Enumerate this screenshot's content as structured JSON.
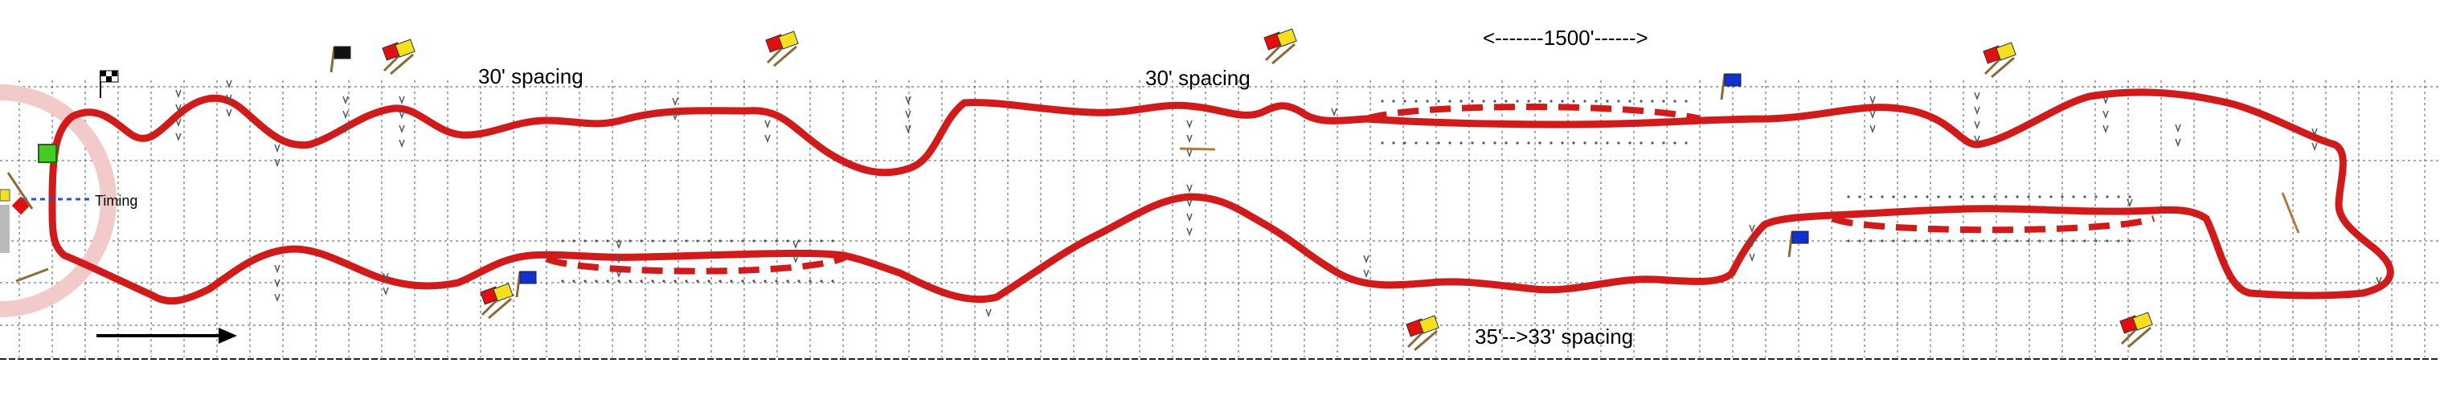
{
  "labels": {
    "spacing_top_left": "30' spacing",
    "spacing_top_mid": "30' spacing",
    "spacing_bottom": "35'-->33' spacing",
    "distance": "<-------1500'------>",
    "timing": "Timing"
  },
  "colors": {
    "course_line": "#d11a1a",
    "grid": "#555555",
    "background": "#ffffff",
    "cone_mark": "#555555",
    "flag_red": "#e01010",
    "flag_yellow": "#f5e020",
    "flag_blue": "#1030d0",
    "flag_black": "#111111",
    "start_box": "#44cc22",
    "direction_arrow": "#000000",
    "timing_line": "#2a4fcf"
  },
  "icons": [
    "checkered-flag-icon",
    "worker-station-flag-icon",
    "blue-flag-icon",
    "black-flag-icon",
    "direction-arrow-icon"
  ]
}
